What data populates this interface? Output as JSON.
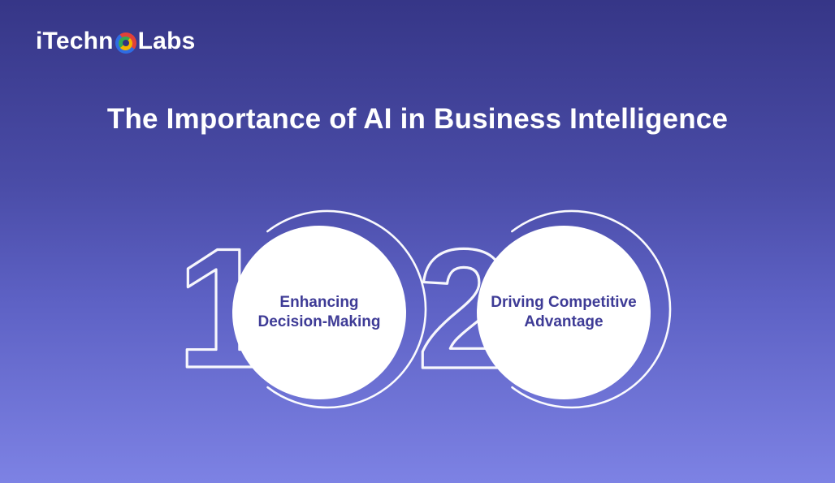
{
  "background": {
    "gradient_top": "#363687",
    "gradient_bottom": "#7d82e4"
  },
  "logo": {
    "text_before_icon": "iTechn",
    "text_after_icon": "Labs",
    "icon": "techno-ring-icon"
  },
  "title": {
    "text": "The Importance of AI in Business Intelligence"
  },
  "steps": [
    {
      "number": "1",
      "label_lines": [
        "Enhancing",
        "Decision-Making"
      ]
    },
    {
      "number": "2",
      "label_lines": [
        "Driving Competitive",
        "Advantage"
      ]
    }
  ],
  "colors": {
    "title_text": "#ffffff",
    "step_label_text": "#3e3b96",
    "circle_fill": "#ffffff",
    "outline_stroke": "#ffffff"
  }
}
